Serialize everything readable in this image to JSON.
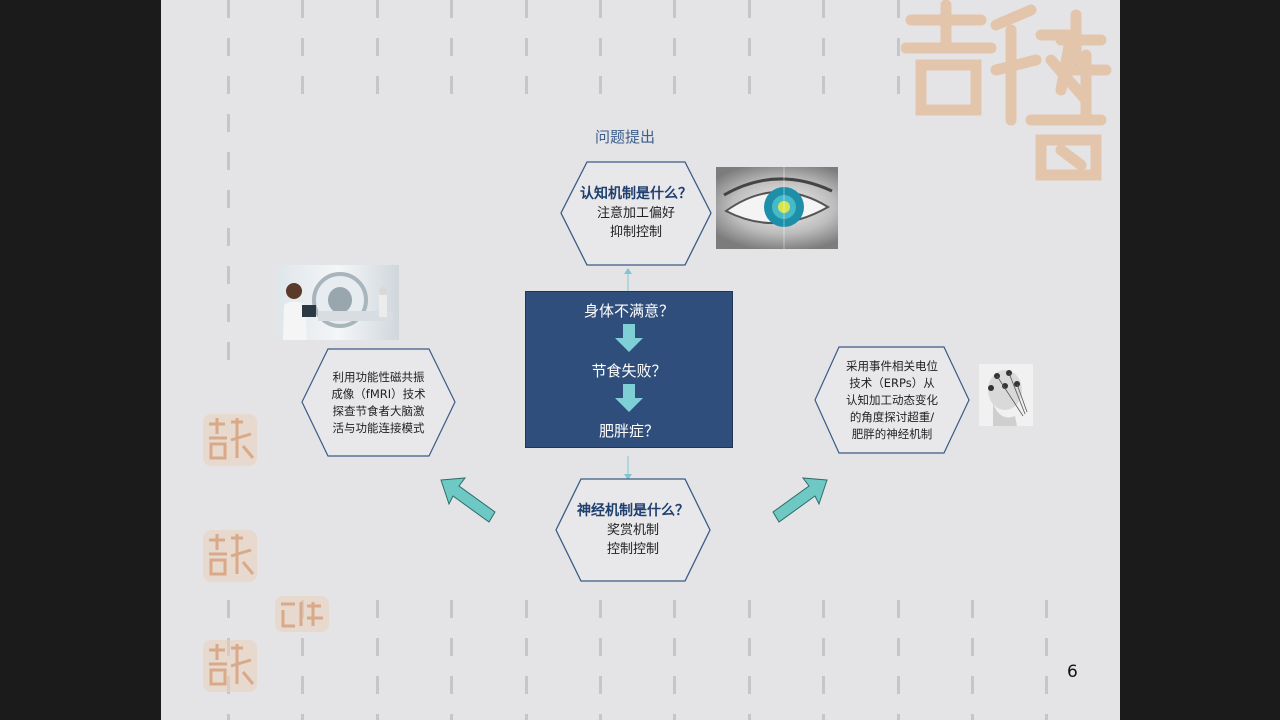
{
  "slide": {
    "section_title": "问题提出",
    "page_number": "6",
    "center": {
      "items": [
        "身体不满意？",
        "节食失败？",
        "肥胖症？"
      ],
      "arrow_color": "#7fcfd6"
    },
    "hex_top": {
      "question": "认知机制是什么？",
      "lines": [
        "注意加工偏好",
        "抑制控制"
      ]
    },
    "hex_bottom": {
      "question": "神经机制是什么？",
      "lines": [
        "奖赏机制",
        "控制控制"
      ]
    },
    "hex_left": {
      "lines": [
        "利用功能性磁共振",
        "成像（fMRI）技术",
        "探查节食者大脑激",
        "活与功能连接模式"
      ]
    },
    "hex_right": {
      "lines": [
        "采用事件相关电位",
        "技术（ERPs）从",
        "认知加工动态变化",
        "的角度探讨超重/",
        "肥胖的神经机制"
      ]
    },
    "images": {
      "eye": "eye-closeup-photo",
      "mri": "mri-scanner-photo",
      "eeg": "eeg-head-model-photo"
    },
    "decor": {
      "watermark_text": "吉祥",
      "watermark_color": "#e3c2a6",
      "teal_arrow_color": "#6ec9c4"
    }
  }
}
